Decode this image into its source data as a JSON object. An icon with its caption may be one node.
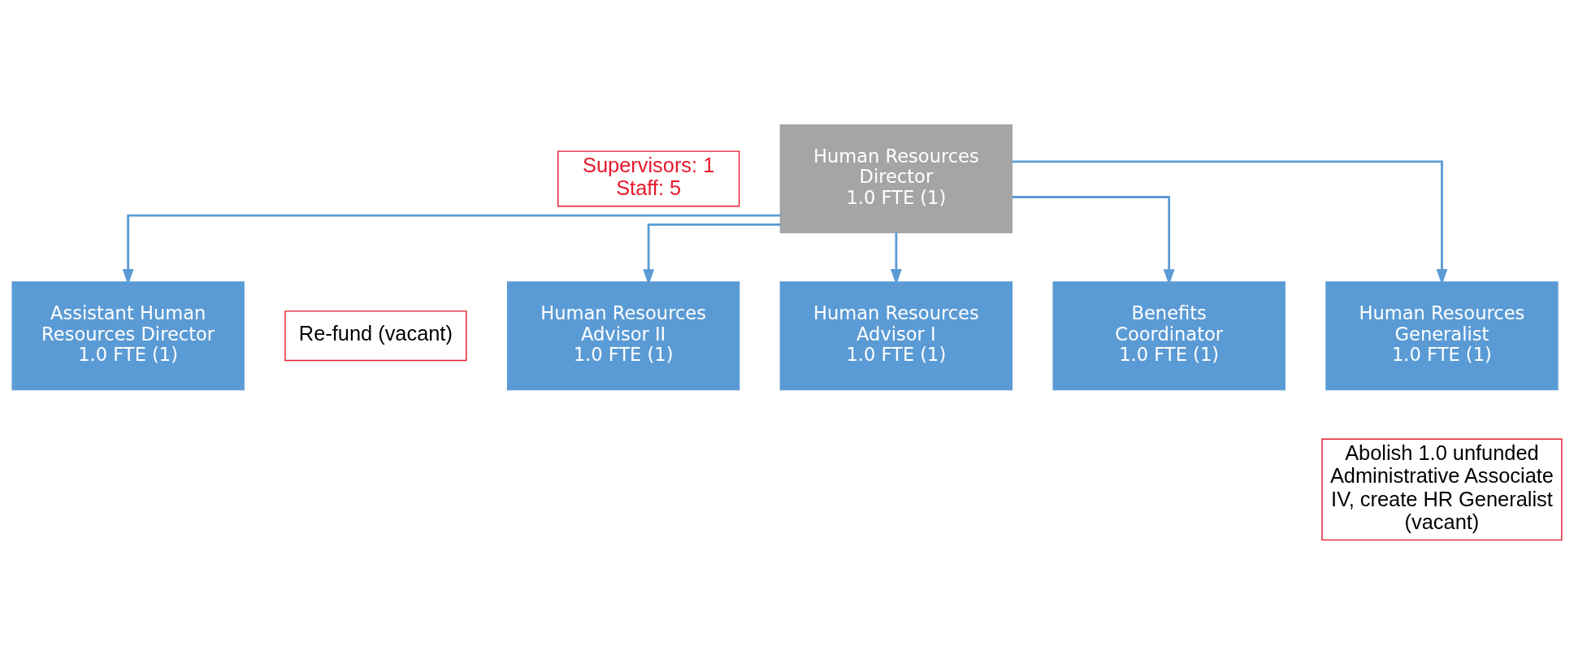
{
  "diagram": {
    "nodes": [
      {
        "text": [
          "Human Resources Director",
          "1.0 FTE (1)"
        ]
      },
      {
        "text": [
          "Assistant Human Resources Director",
          "1.0 FTE (1)"
        ]
      },
      {
        "text": [
          "Human Resources Advisor II",
          "1.0 FTE (1)"
        ]
      },
      {
        "text": [
          "Human Resources Advisor I",
          "1.0 FTE (1)"
        ]
      },
      {
        "text": [
          "Benefits Coordinator",
          "1.0 FTE (1)"
        ]
      },
      {
        "text": [
          "Human Resources Generalist",
          "1.0 FTE (1)"
        ]
      },
      {
        "text": [
          "Supervisors: 1",
          "Staff: 5"
        ]
      },
      {
        "text": [
          "Re-fund (vacant)"
        ]
      },
      {
        "text": [
          "Abolish 1.0 unfunded Administrative Associate IV, create HR Generalist (vacant)"
        ]
      }
    ],
    "edges": [
      {
        "from": 0,
        "to": 1,
        "arrow": "to"
      },
      {
        "from": 0,
        "to": 2,
        "arrow": "to"
      },
      {
        "from": 0,
        "to": 3,
        "arrow": "to"
      },
      {
        "from": 0,
        "to": 4,
        "arrow": "to"
      },
      {
        "from": 0,
        "to": 5,
        "arrow": "to"
      }
    ]
  }
}
